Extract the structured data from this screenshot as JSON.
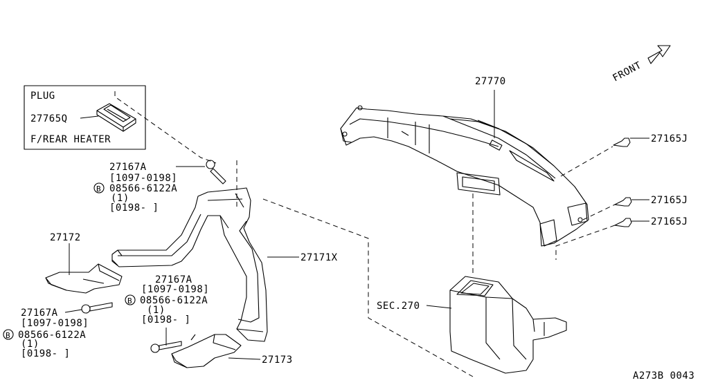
{
  "inset": {
    "title": "PLUG",
    "part": "27765Q",
    "caption": "F/REAR HEATER"
  },
  "front_label": "FRONT",
  "labels": {
    "p27770": "27770",
    "p27165J_a": "27165J",
    "p27165J_b": "27165J",
    "p27165J_c": "27165J",
    "p27171X": "27171X",
    "p27172": "27172",
    "p27173": "27173",
    "sec270": "SEC.270"
  },
  "callout_top": {
    "part": "27167A",
    "range1": "[1097-0198]",
    "bolt_symbol": "B",
    "bolt": "08566-6122A",
    "qty": "(1)",
    "range2": "[0198- ]"
  },
  "callout_mid": {
    "part": "27167A",
    "range1": "[1097-0198]",
    "bolt_symbol": "B",
    "bolt": "08566-6122A",
    "qty": "(1)",
    "range2": "[0198- ]"
  },
  "callout_left": {
    "part": "27167A",
    "range1": "[1097-0198]",
    "bolt_symbol": "B",
    "bolt": "08566-6122A",
    "qty": "(1)",
    "range2": "[0198- ]"
  },
  "diagram_code": "A273B 0043"
}
